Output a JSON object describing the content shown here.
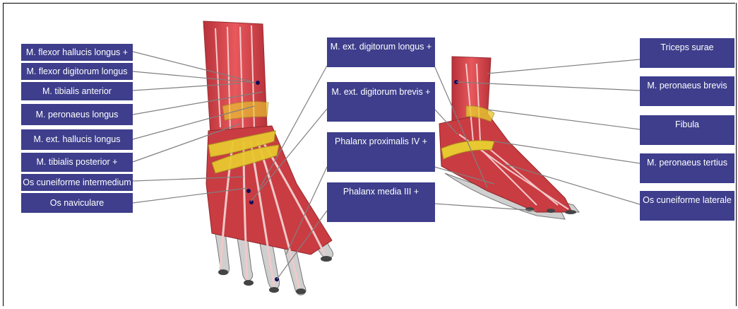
{
  "labels": {
    "flexor_hallucis_longus": "M. flexor hallucis longus +",
    "flexor_digitorum_longus": "M. flexor digitorum longus",
    "tibialis_anterior": "M. tibialis anterior",
    "peronaeus_longus": "M. peronaeus longus",
    "ext_hallucis_longus": "M. ext. hallucis longus",
    "tibialis_posterior": "M. tibialis posterior +",
    "os_cuneiforme_intermedium": "Os cuneiforme intermedium",
    "os_naviculare": "Os naviculare",
    "ext_digitorum_longus": "M. ext. digitorum longus +",
    "ext_digitorum_brevis": "M. ext. digitorum brevis +",
    "phalanx_proximalis_iv": "Phalanx proximalis IV +",
    "phalanx_media_iii": "Phalanx media III +",
    "triceps_surae": "Triceps surae",
    "peronaeus_brevis": "M. peronaeus brevis",
    "fibula": "Fibula",
    "peronaeus_tertius": "M. peronaeus tertius",
    "os_cuneiforme_laterale": "Os cuneiforme laterale"
  },
  "colors": {
    "label_bg": "#3e3e8c",
    "label_text": "#ffffff",
    "leader_line": "#808080",
    "muscle": "#d9444a",
    "tendon": "#f1c9c9",
    "ligament": "#e8c830",
    "bone": "#d6d6d6"
  }
}
